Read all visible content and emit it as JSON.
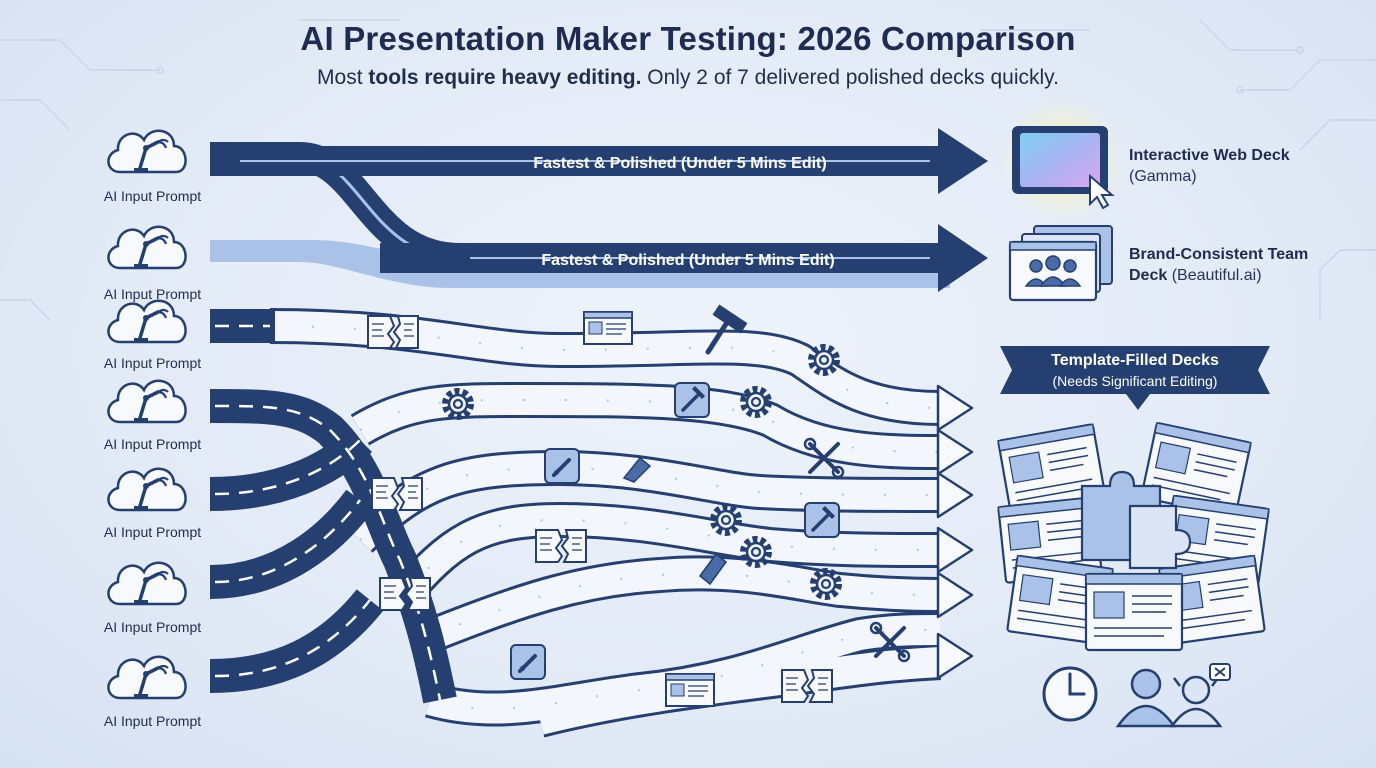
{
  "header": {
    "title": "AI Presentation Maker Testing: 2026 Comparison",
    "subtitle_pre": "Most ",
    "subtitle_bold": "tools require heavy editing.",
    "subtitle_post": " Only 2 of 7 delivered polished decks quickly."
  },
  "prompts": [
    {
      "label": "AI Input Prompt"
    },
    {
      "label": "AI Input Prompt"
    },
    {
      "label": "AI Input Prompt"
    },
    {
      "label": "AI Input Prompt"
    },
    {
      "label": "AI Input Prompt"
    },
    {
      "label": "AI Input Prompt"
    },
    {
      "label": "AI Input Prompt"
    }
  ],
  "fast_lanes": [
    {
      "label": "Fastest & Polished (Under 5 Mins Edit)"
    },
    {
      "label": "Fastest & Polished (Under 5 Mins Edit)"
    }
  ],
  "outputs": {
    "web_deck": {
      "title": "Interactive Web Deck",
      "tool": "(Gamma)"
    },
    "team_deck": {
      "title_line1": "Brand-Consistent Team",
      "title_line2": "Deck",
      "tool": " (Beautiful.ai)"
    },
    "template_banner": {
      "title": "Template-Filled Decks",
      "sub": "(Needs Significant Editing)"
    }
  },
  "colors": {
    "navy": "#253f70",
    "light_road": "#f3f6fc",
    "accent_light": "#aac1e8",
    "background": "#e2eaf6"
  }
}
